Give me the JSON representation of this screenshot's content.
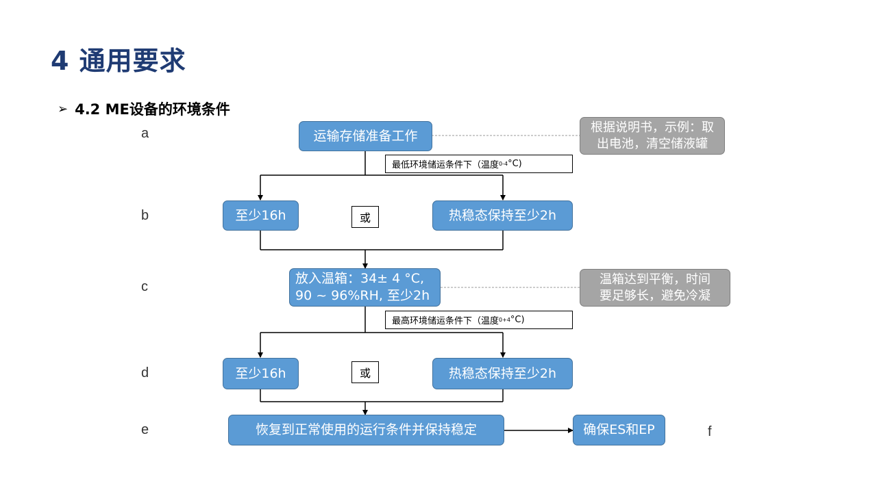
{
  "header": {
    "title": "4 通用要求",
    "section_bullet": "➢",
    "section_title": "4.2 ME设备的环境条件"
  },
  "steps": {
    "a": "a",
    "b": "b",
    "c": "c",
    "d": "d",
    "e": "e",
    "f": "f"
  },
  "boxes": {
    "transport": "运输存储准备工作",
    "b_left": "至少16h",
    "b_right": "热稳态保持至少2h",
    "c_line1": "放入温箱：34± 4 °C,",
    "c_line2": "90 ~ 96%RH,  至少2h",
    "d_left": "至少16h",
    "d_right": "热稳态保持至少2h",
    "restore": "恢复到正常使用的运行条件并保持稳定",
    "ensure": "确保ES和EP"
  },
  "notes": {
    "manual_line1": "根据说明书，示例：取",
    "manual_line2": "出电池，清空储液罐",
    "chamber_line1": "温箱达到平衡，时间",
    "chamber_line2": "要足够长，避免冷凝"
  },
  "conditions": {
    "low_prefix": "最低环境储运条件下（温度",
    "low_sup": "0",
    "low_sub": "-4",
    "low_suffix": "°C)",
    "high_prefix": "最高环境储运条件下（温度",
    "high_sub": "0",
    "high_sup": "+4",
    "high_suffix": "°C)"
  },
  "or_label": "或",
  "colors": {
    "title": "#1f3b73",
    "process_box": "#5b9bd5",
    "process_border": "#41719c",
    "note_box": "#a5a5a5"
  }
}
